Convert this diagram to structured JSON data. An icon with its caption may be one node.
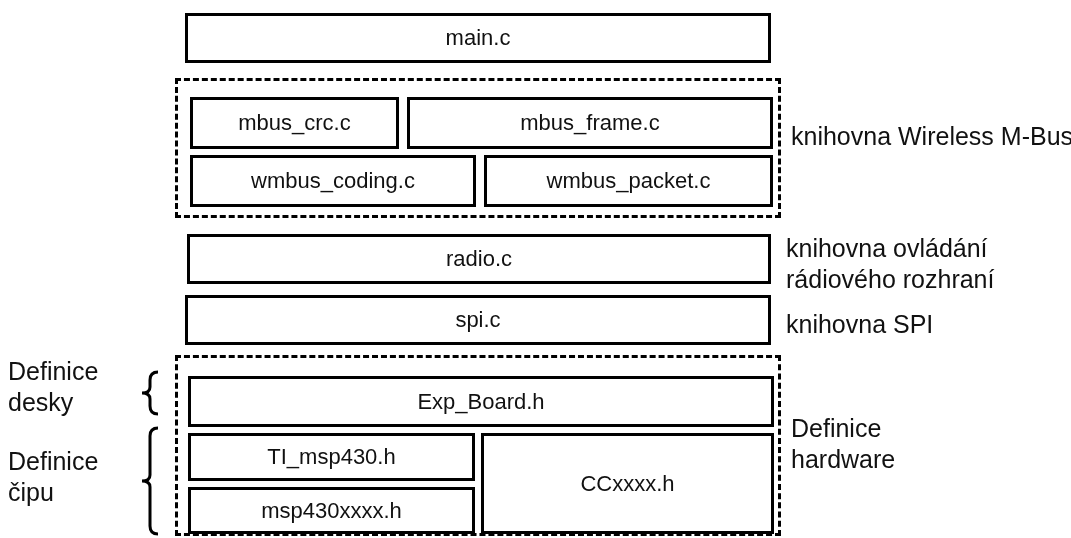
{
  "diagram": {
    "nodes": [
      {
        "text": [
          "main.c"
        ]
      },
      {
        "text": [
          "knihovna Wireless M-Bus"
        ]
      },
      {
        "text": [
          "mbus_crc.c"
        ],
        "in": 1
      },
      {
        "text": [
          "mbus_frame.c"
        ],
        "in": 1
      },
      {
        "text": [
          "wmbus_coding.c"
        ],
        "in": 1
      },
      {
        "text": [
          "wmbus_packet.c"
        ],
        "in": 1
      },
      {
        "text": [
          "radio.c"
        ],
        "beside": [
          "knihovna ovládání rádiového rozhraní"
        ]
      },
      {
        "text": [
          "spi.c"
        ],
        "beside": [
          "knihovna SPI"
        ]
      },
      {
        "text": [
          "Definice hardware"
        ]
      },
      {
        "text": [
          "Exp_Board.h"
        ],
        "in": 8
      },
      {
        "text": [
          "TI_msp430.h"
        ],
        "in": 8
      },
      {
        "text": [
          "msp430xxxx.h"
        ],
        "in": 8
      },
      {
        "text": [
          "CCxxxx.h"
        ],
        "in": 8
      }
    ],
    "labels": [
      "Definice desky",
      "Definice čipu"
    ]
  }
}
